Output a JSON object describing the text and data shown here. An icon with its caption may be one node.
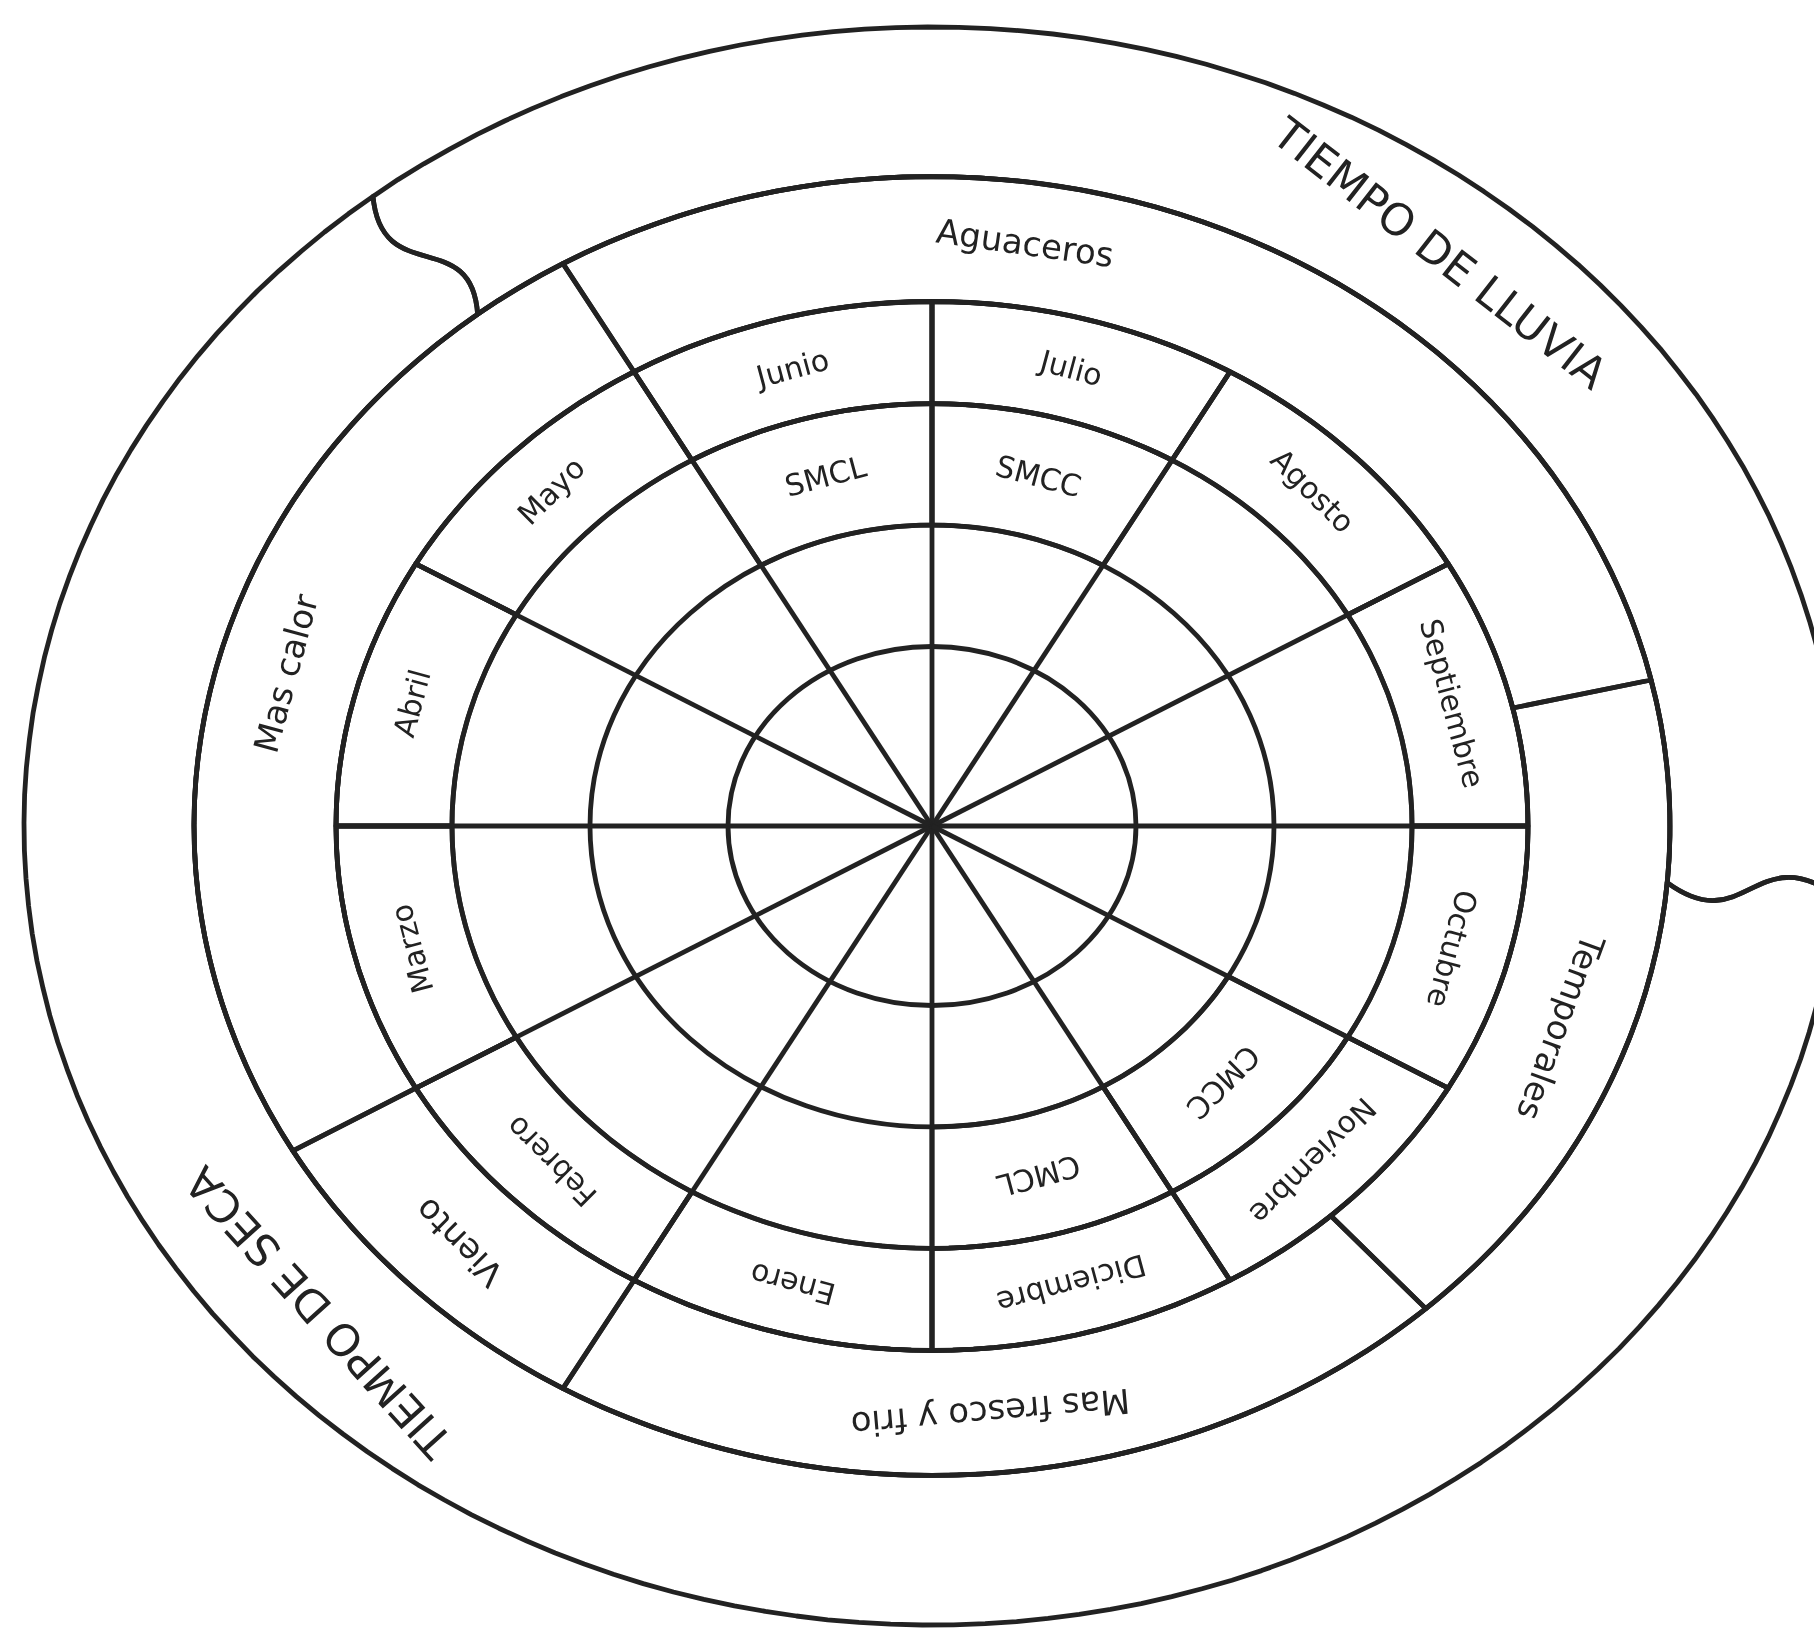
{
  "diagram": {
    "nodes": [
      {
        "text": [
          "TIEMPO DE LLUVIA"
        ]
      },
      {
        "text": [
          "Aguaceros"
        ]
      },
      {
        "text": [
          "Junio"
        ]
      },
      {
        "text": [
          "Julio"
        ]
      },
      {
        "text": [
          "Mayo"
        ]
      },
      {
        "text": [
          "SMCL"
        ]
      },
      {
        "text": [
          "SMCC"
        ]
      },
      {
        "text": [
          "Agosto"
        ]
      },
      {
        "text": [
          "Mas calor"
        ]
      },
      {
        "text": [
          "Abril"
        ]
      },
      {
        "text": [
          "Septiembre"
        ]
      },
      {
        "text": [
          "Temporales"
        ]
      },
      {
        "text": [
          "Marzo"
        ]
      },
      {
        "text": [
          "Octubre"
        ]
      },
      {
        "text": [
          "CMCC"
        ]
      },
      {
        "text": [
          "Febrero"
        ]
      },
      {
        "text": [
          "Noviembre"
        ]
      },
      {
        "text": [
          "CMCL"
        ]
      },
      {
        "text": [
          "Viento"
        ]
      },
      {
        "text": [
          "Enero"
        ]
      },
      {
        "text": [
          "Diciembre"
        ]
      },
      {
        "text": [
          "Mas fresco y frio"
        ]
      },
      {
        "text": [
          "TIEMPO DE SECA"
        ]
      }
    ]
  }
}
